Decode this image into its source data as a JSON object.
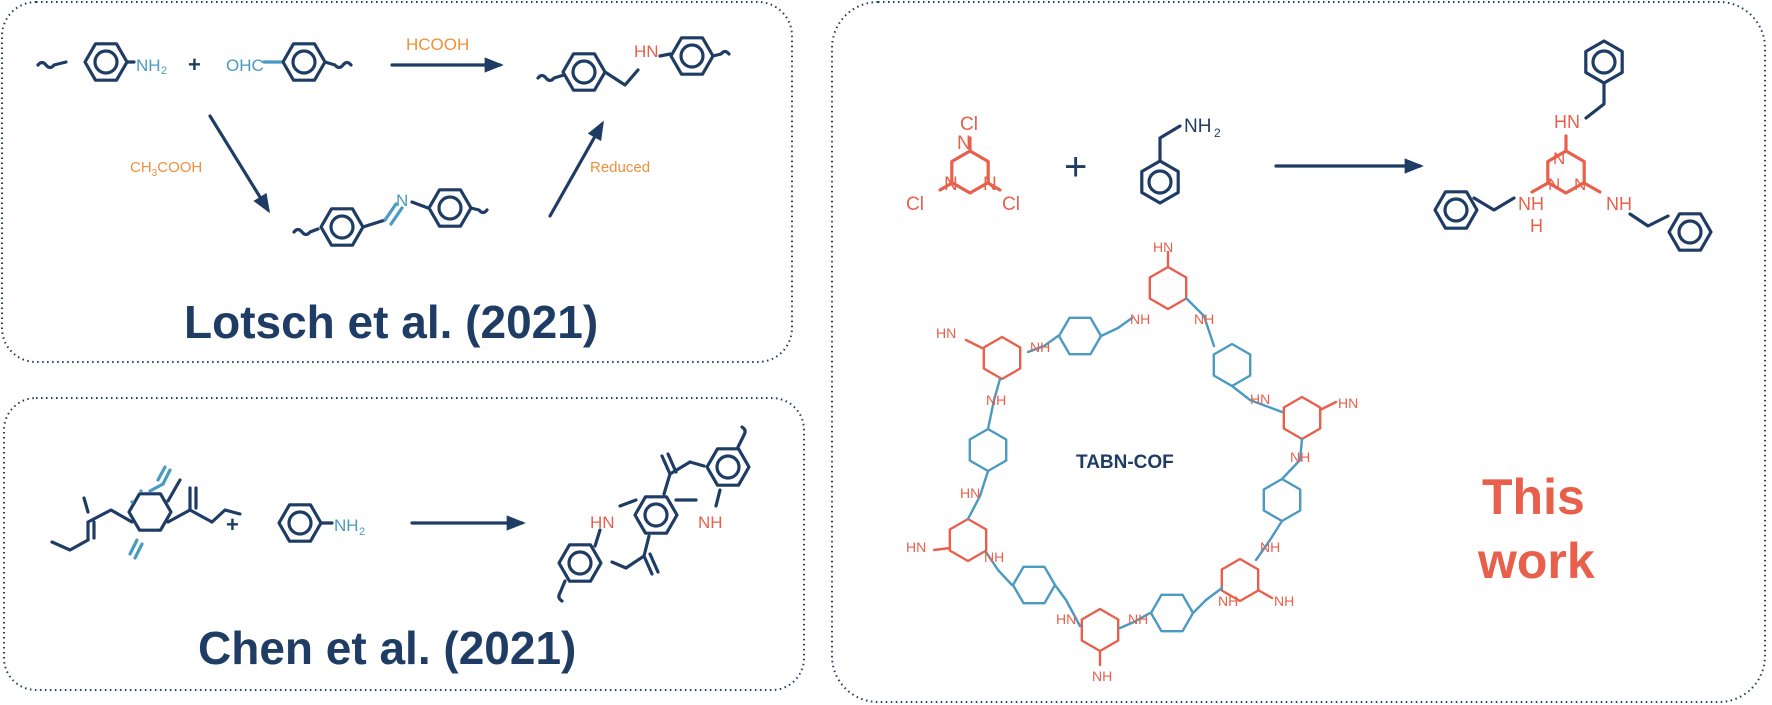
{
  "panels": {
    "lotsch": {
      "title": "Lotsch et al. (2021)",
      "amine_label": "NH",
      "amine_sub": "2",
      "aldehyde_label": "OHC",
      "reagent_top": "HCOOH",
      "reagent_left_a": "CH",
      "reagent_left_sub": "3",
      "reagent_left_b": "COOH",
      "reagent_right": "Reduced",
      "product_nh": "HN",
      "imine_n": "N"
    },
    "chen": {
      "title": "Chen et al. (2021)",
      "amine_label": "NH",
      "amine_sub": "2",
      "product_nh_left": "HN",
      "product_nh_right": "NH"
    },
    "this_work": {
      "title_line1": "This",
      "title_line2": "work",
      "cl": "Cl",
      "n": "N",
      "amine_label": "NH",
      "amine_sub": "2",
      "product_hn": "HN",
      "product_nh": "NH",
      "product_h": "H",
      "cof_label": "TABN-COF",
      "cof_nh": "NH",
      "cof_hn": "HN"
    }
  },
  "colors": {
    "navy": "#1f3c64",
    "blue": "#4a9ac2",
    "red": "#e8604c",
    "orange": "#f0913a"
  }
}
